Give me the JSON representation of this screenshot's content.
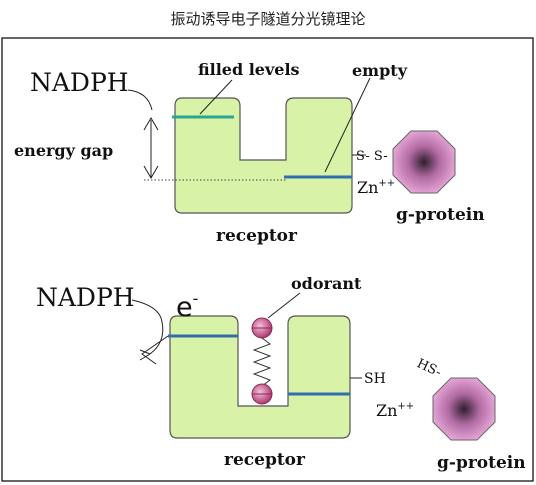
{
  "caption": "振动诱导电子隧道分光镜理论",
  "colors": {
    "receptor_fill": "#d8f2a8",
    "receptor_stroke": "#4a4a4a",
    "level_line": "#2f6fb0",
    "filled_level": "#2aa58f",
    "gprotein_fill": "#e9a6d8",
    "gprotein_center": "#3a2a3a",
    "odorant_fill": "#d16a9a",
    "border": "#000000"
  },
  "panel1": {
    "nadph": "NADPH",
    "filled_levels": "filled levels",
    "empty": "empty",
    "energy_gap": "energy gap",
    "ss": "S- S-",
    "zn": "Zn",
    "zn_sup": "++",
    "receptor": "receptor",
    "gprotein": "g-protein"
  },
  "panel2": {
    "nadph": "NADPH",
    "electron": "e",
    "electron_sup": "-",
    "odorant": "odorant",
    "sh": "SH",
    "hs": "HS-",
    "zn": "Zn",
    "zn_sup": "++",
    "receptor": "receptor",
    "gprotein": "g-protein"
  }
}
